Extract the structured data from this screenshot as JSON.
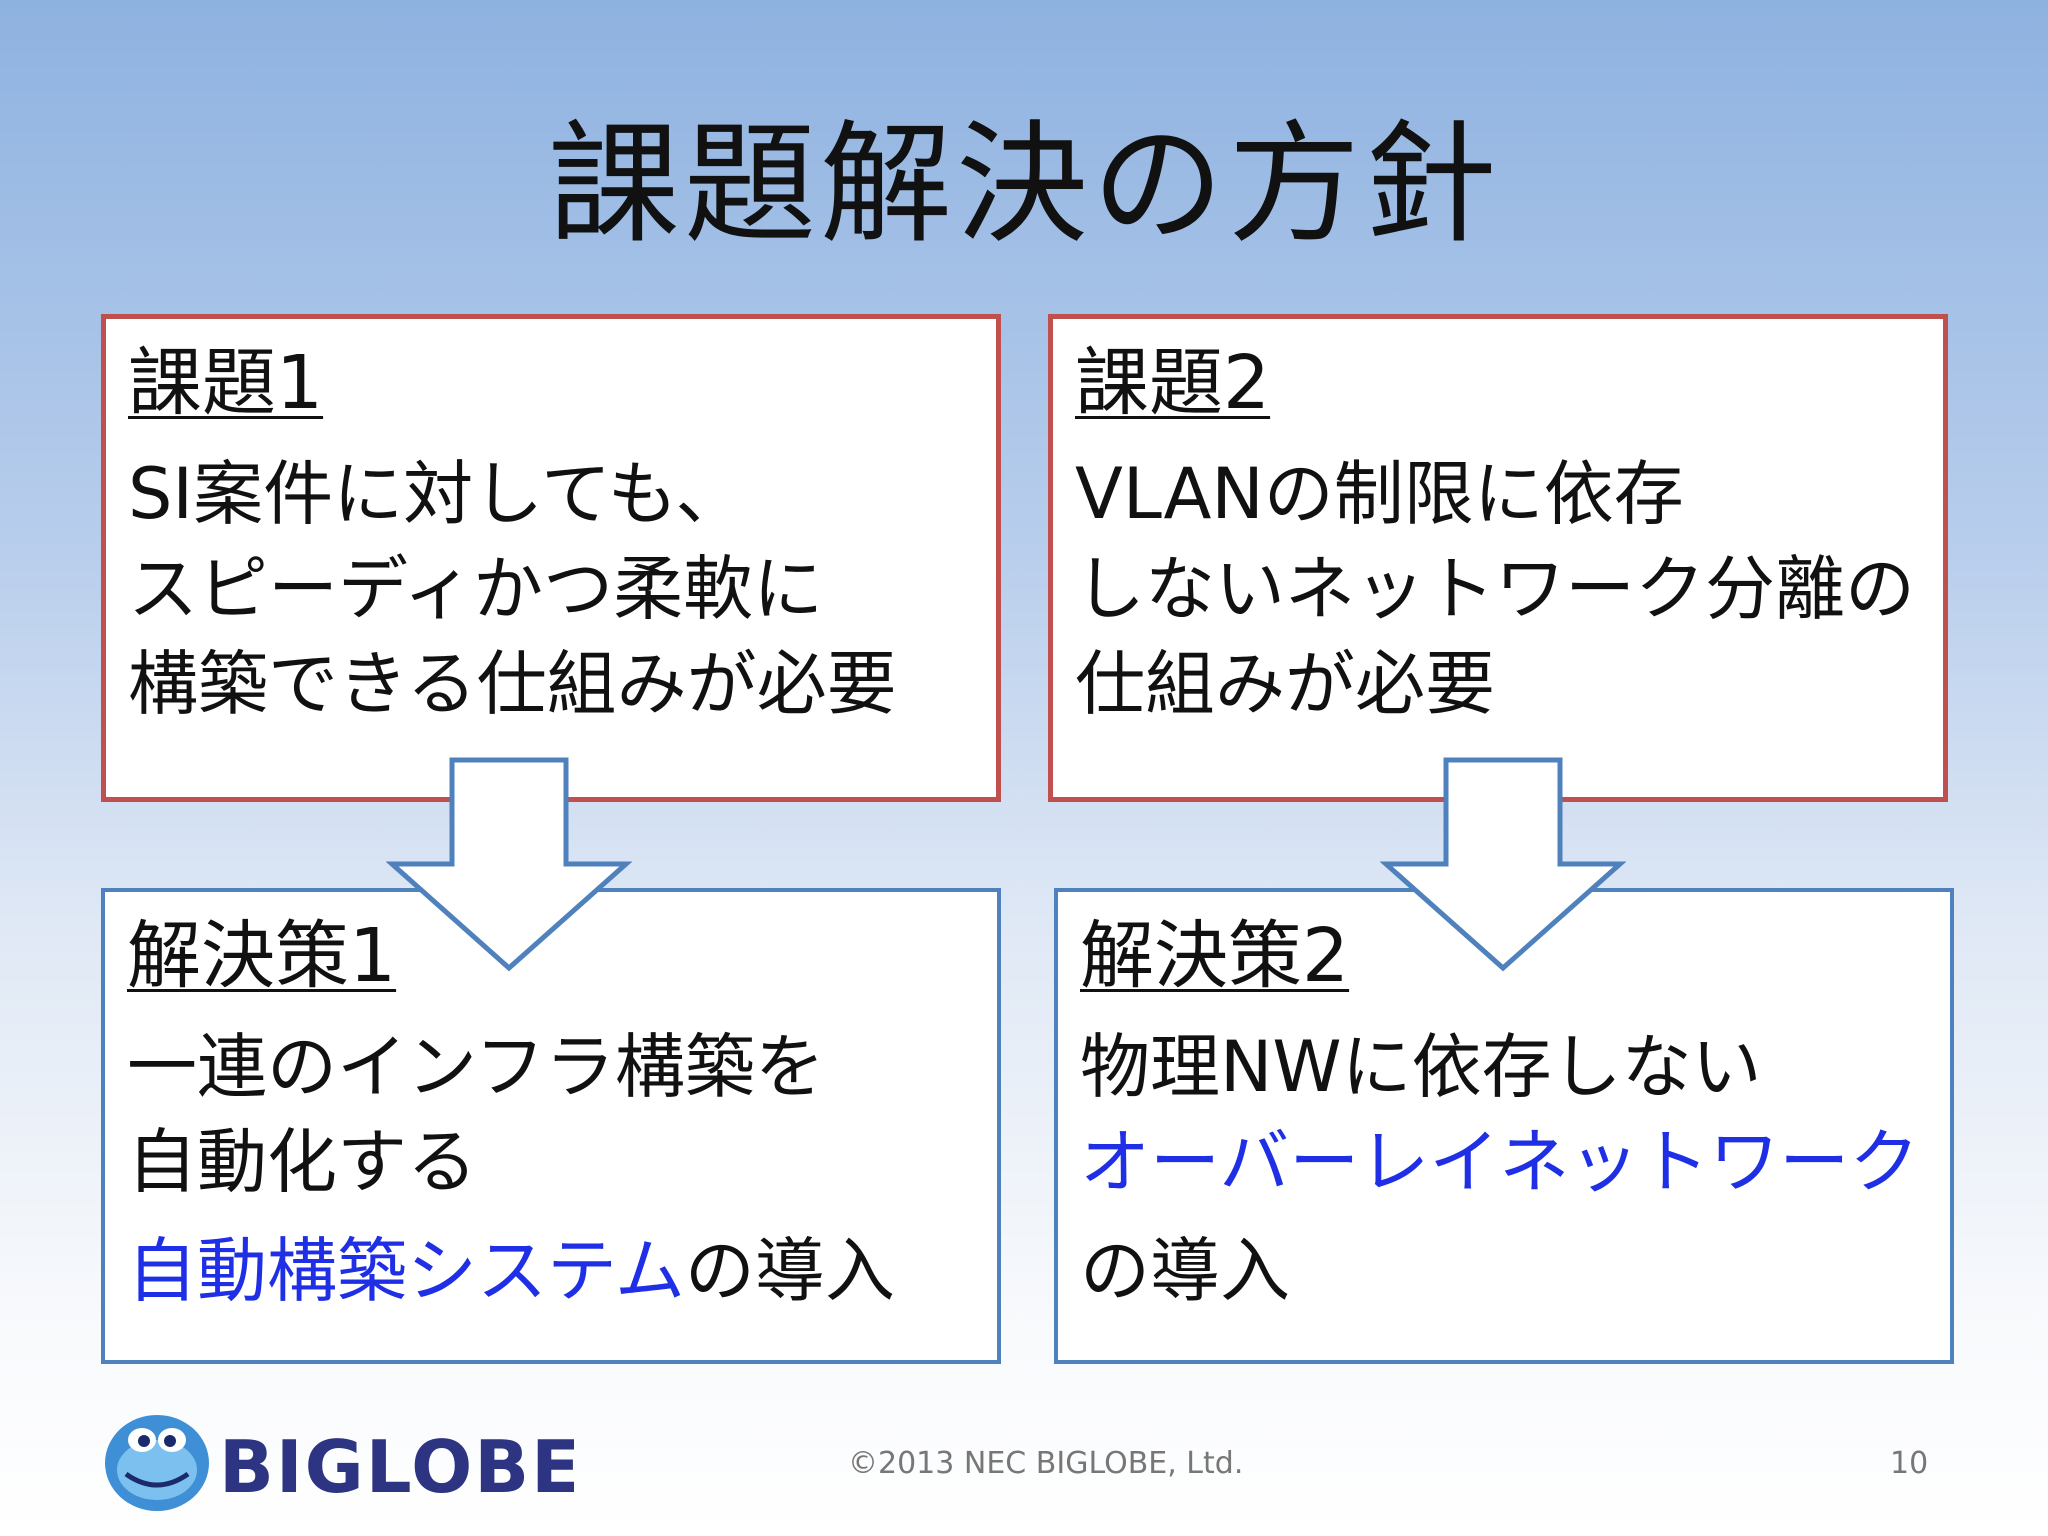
{
  "slide": {
    "title": "課題解決の方針",
    "page_number": "10",
    "copyright": "©2013 NEC BIGLOBE, Ltd.",
    "logo_text": "BIGLOBE"
  },
  "problem1": {
    "heading": "課題1",
    "lines": [
      "SI案件に対しても、",
      "スピーディかつ柔軟に",
      "構築できる仕組みが必要"
    ]
  },
  "problem2": {
    "heading": "課題2",
    "lines": [
      "VLANの制限に依存",
      "しないネットワーク分離の",
      "仕組みが必要"
    ]
  },
  "solution1": {
    "heading": "解決策1",
    "lines": [
      "一連のインフラ構築を",
      "自動化する"
    ],
    "highlight": "自動構築システム",
    "suffix": "の導入"
  },
  "solution2": {
    "heading": "解決策2",
    "line1": "物理NWに依存しない",
    "highlight": "オーバーレイネットワーク",
    "suffix": "の導入"
  },
  "colors": {
    "problem_border": "#c0504d",
    "solution_border": "#4f81bd",
    "highlight_text": "#1f2fe6",
    "background_top": "#8eb2e0"
  },
  "icons": [
    "down-arrow-icon",
    "biglobe-mascot-icon"
  ]
}
